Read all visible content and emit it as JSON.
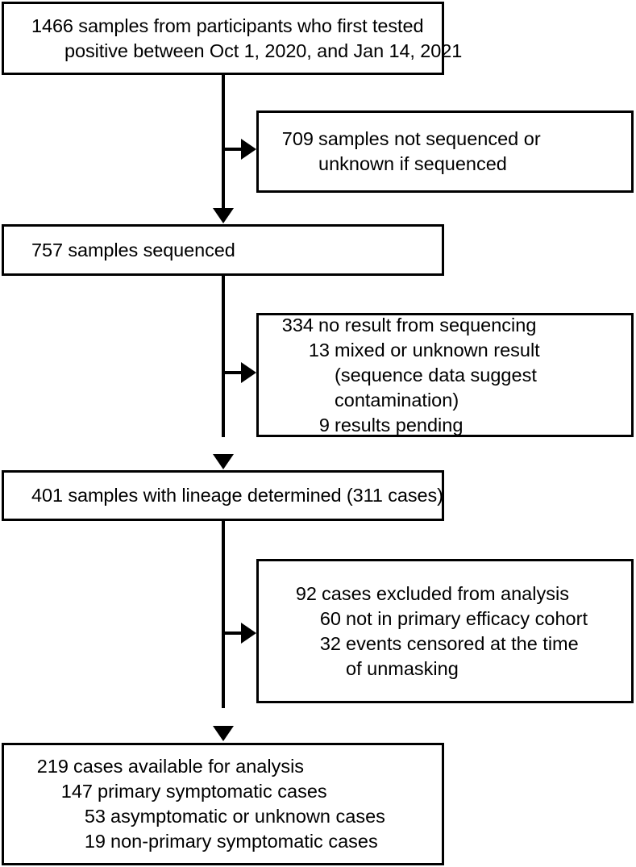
{
  "figure": {
    "type": "flowchart",
    "orientation": "top-to-bottom with right-branching exclusion boxes"
  },
  "nodes": {
    "enrolled": {
      "name": "enrolled-samples-box",
      "line1": "1466 samples from participants who first tested",
      "line2": "positive between Oct 1, 2020, and Jan 14, 2021"
    },
    "not_sequenced": {
      "name": "not-sequenced-box",
      "num": "709",
      "text": "samples not sequenced or unknown if sequenced"
    },
    "sequenced": {
      "name": "sequenced-box",
      "text": "757 samples sequenced"
    },
    "no_result": {
      "name": "no-result-box",
      "rows": [
        {
          "num": "334",
          "text": "no result from sequencing"
        },
        {
          "num": "13",
          "text": "mixed or unknown result (sequence data suggest contamination)"
        },
        {
          "num": "9",
          "text": "results pending"
        }
      ]
    },
    "lineage": {
      "name": "lineage-determined-box",
      "text": "401 samples with lineage determined (311 cases)"
    },
    "excluded": {
      "name": "cases-excluded-box",
      "rows": [
        {
          "num": "92",
          "text": "cases excluded from analysis"
        },
        {
          "num": "60",
          "text": "not in primary efficacy cohort"
        },
        {
          "num": "32",
          "text": "events censored at the time of unmasking"
        }
      ]
    },
    "analysis": {
      "name": "cases-available-box",
      "rows": [
        {
          "num": "219",
          "text": "cases available for analysis"
        },
        {
          "num": "147",
          "text": "primary symptomatic cases"
        },
        {
          "num": "53",
          "text": "asymptomatic or unknown cases"
        },
        {
          "num": "19",
          "text": "non-primary symptomatic cases"
        }
      ]
    }
  },
  "colors": {
    "stroke": "#000000",
    "background": "#ffffff",
    "text": "#000000"
  }
}
